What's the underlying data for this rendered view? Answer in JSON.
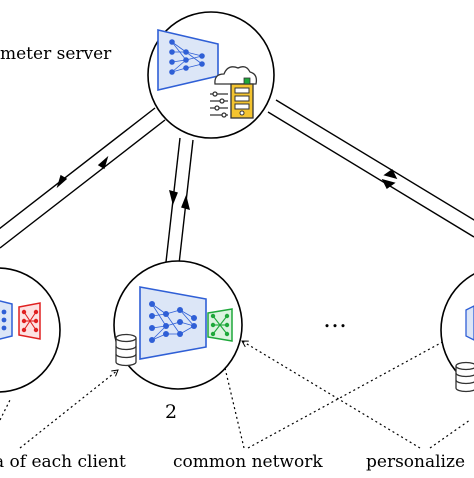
{
  "labels": {
    "server": "meter server",
    "client_number": "2",
    "ellipsis": "…",
    "data_label": "a of each client",
    "common_label": "common network",
    "personal_label": "personalize"
  },
  "colors": {
    "network_blue": "#2f5fd6",
    "network_fill": "#dce6f7",
    "personal_red": "#e02020",
    "personal_green": "#1ea83a",
    "device_yellow": "#f4c430",
    "line": "#000000"
  },
  "icons": [
    "neural-network-icon",
    "cloud-icon",
    "server-rack-icon",
    "database-icon",
    "settings-sliders-icon",
    "personal-network-icon"
  ]
}
